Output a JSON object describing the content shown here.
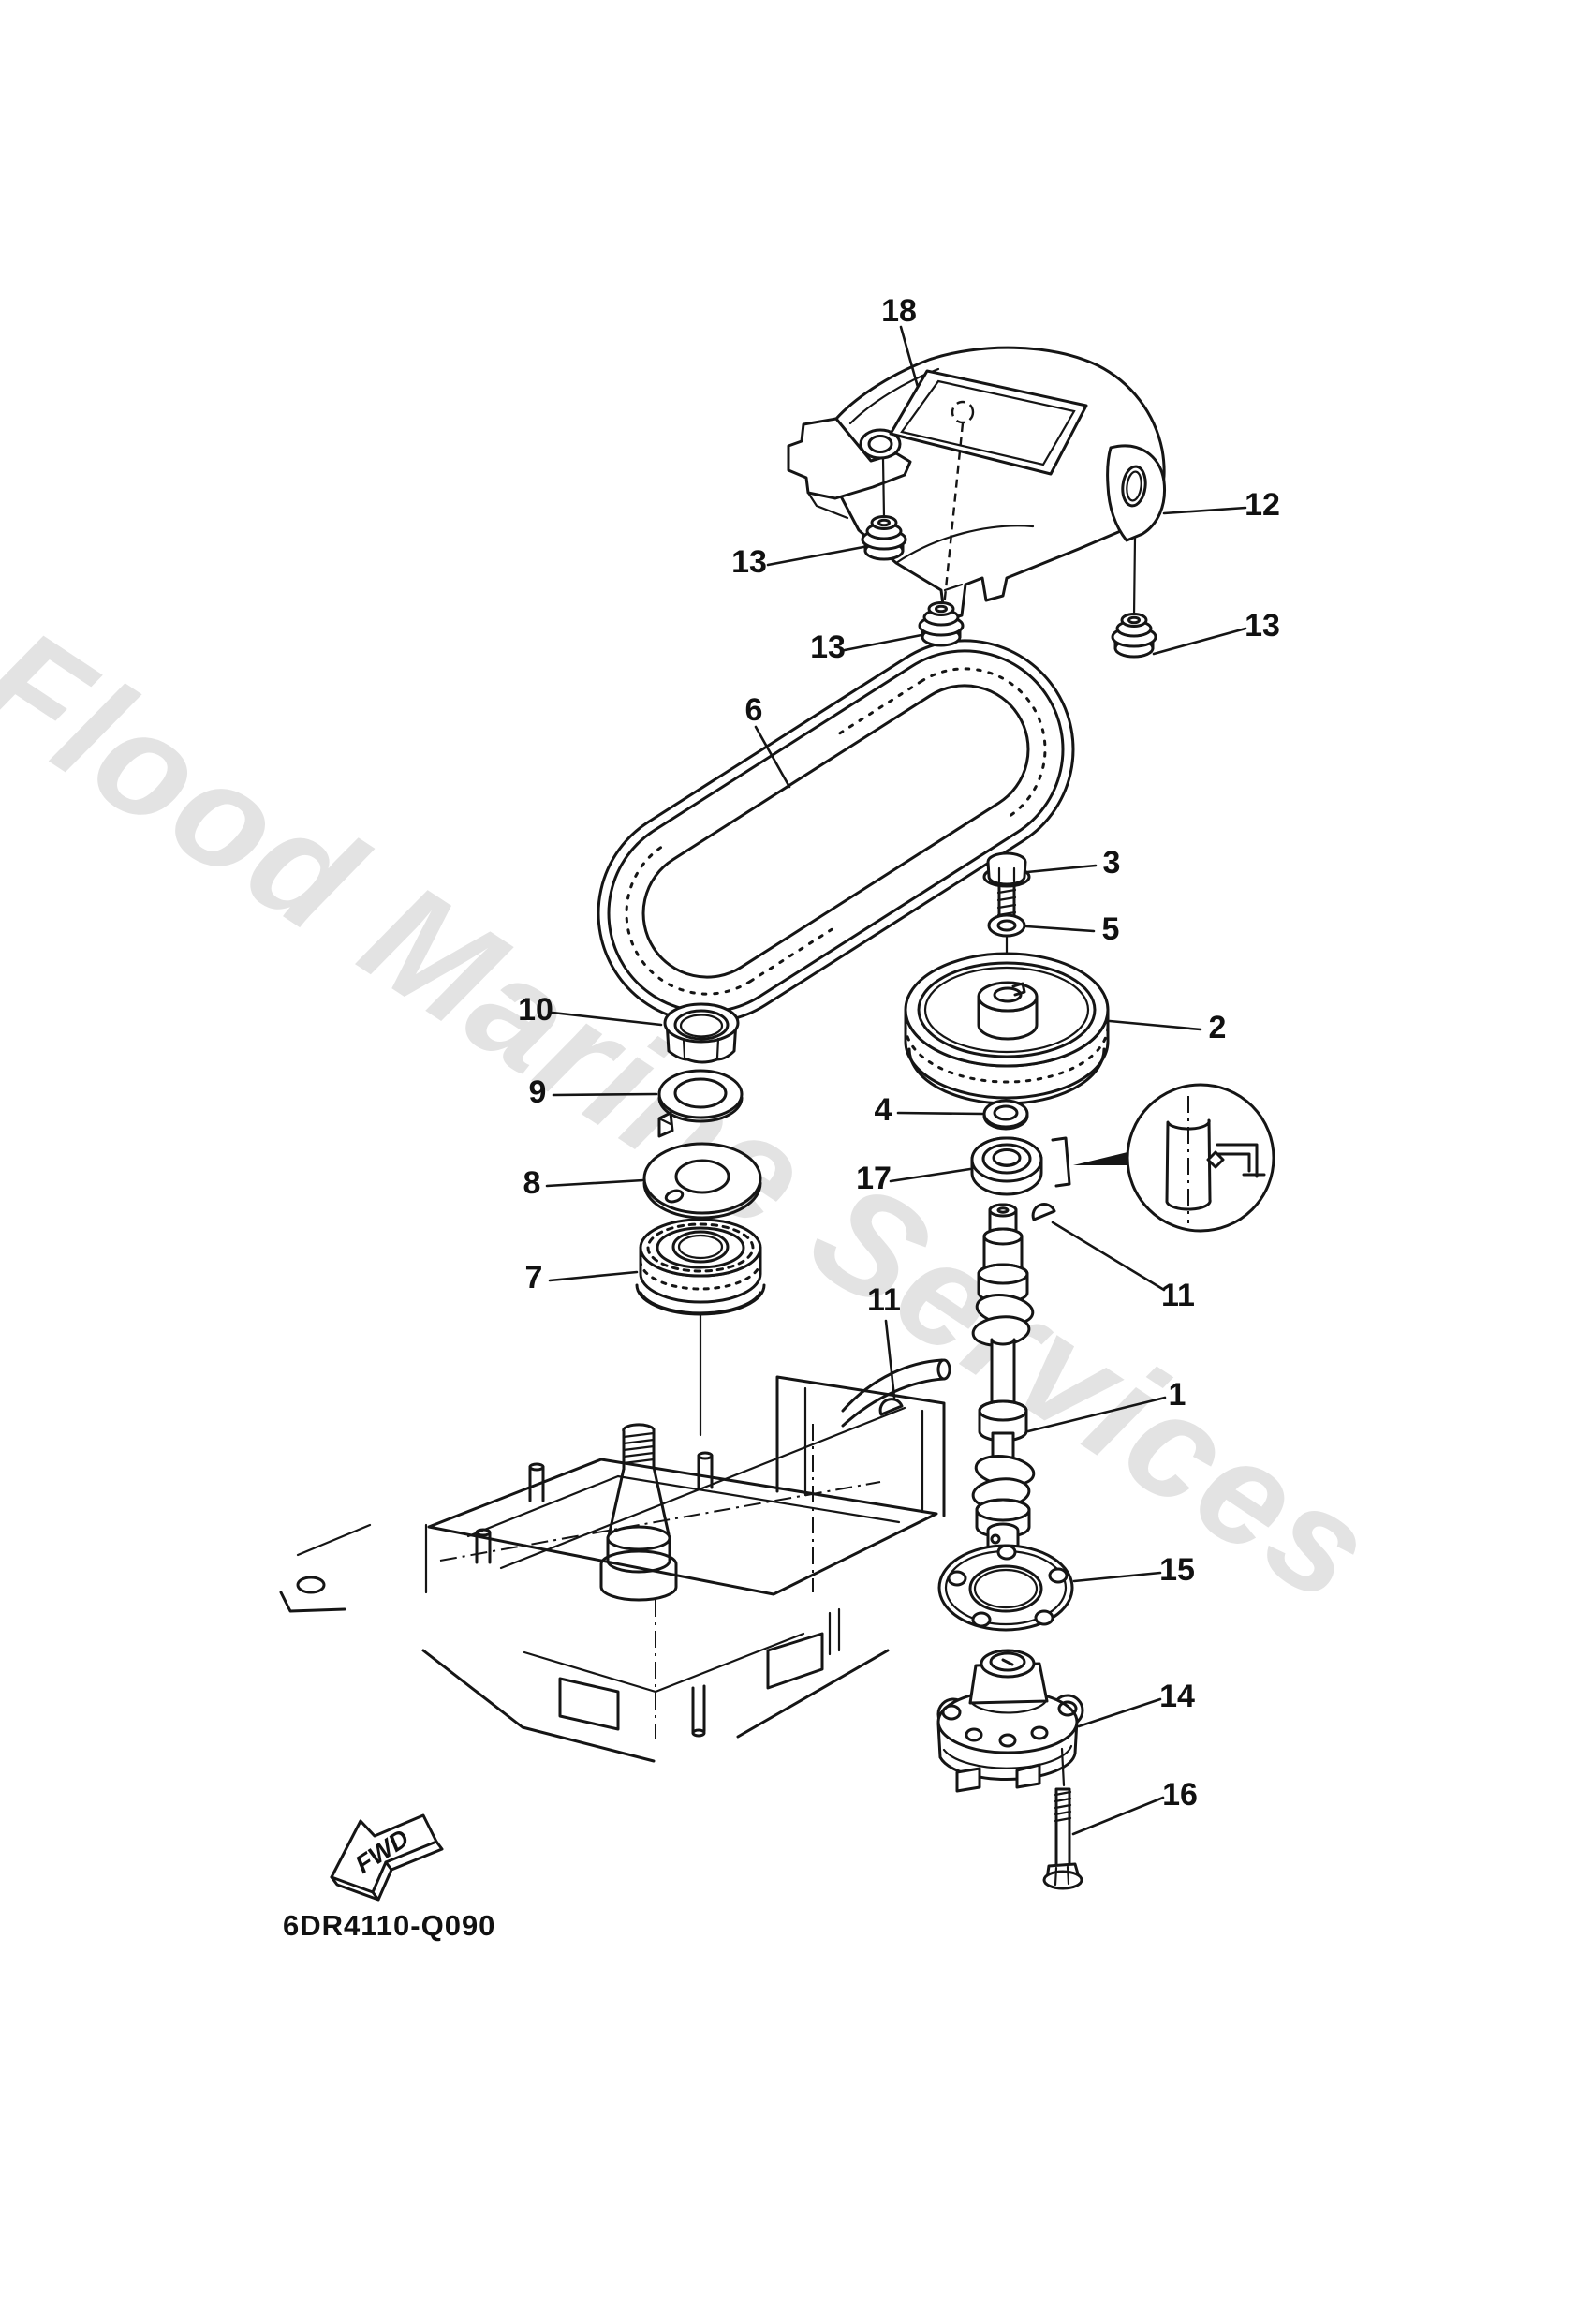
{
  "page": {
    "background": "#ffffff",
    "line_color": "#151515"
  },
  "watermark": {
    "text": "Flood Marine Services",
    "color": "#e3e3e3",
    "angle_deg": 33.5
  },
  "footer": {
    "drawing_code": "6DR4110-Q090"
  },
  "fwd_arrow": {
    "label": "FWD"
  },
  "callouts": [
    {
      "text": "18"
    },
    {
      "text": "12"
    },
    {
      "text": "13"
    },
    {
      "text": "13"
    },
    {
      "text": "13"
    },
    {
      "text": "6"
    },
    {
      "text": "3"
    },
    {
      "text": "5"
    },
    {
      "text": "10"
    },
    {
      "text": "2"
    },
    {
      "text": "9"
    },
    {
      "text": "4"
    },
    {
      "text": "17"
    },
    {
      "text": "8"
    },
    {
      "text": "7"
    },
    {
      "text": "11"
    },
    {
      "text": "11"
    },
    {
      "text": "1"
    },
    {
      "text": "15"
    },
    {
      "text": "14"
    },
    {
      "text": "16"
    }
  ]
}
